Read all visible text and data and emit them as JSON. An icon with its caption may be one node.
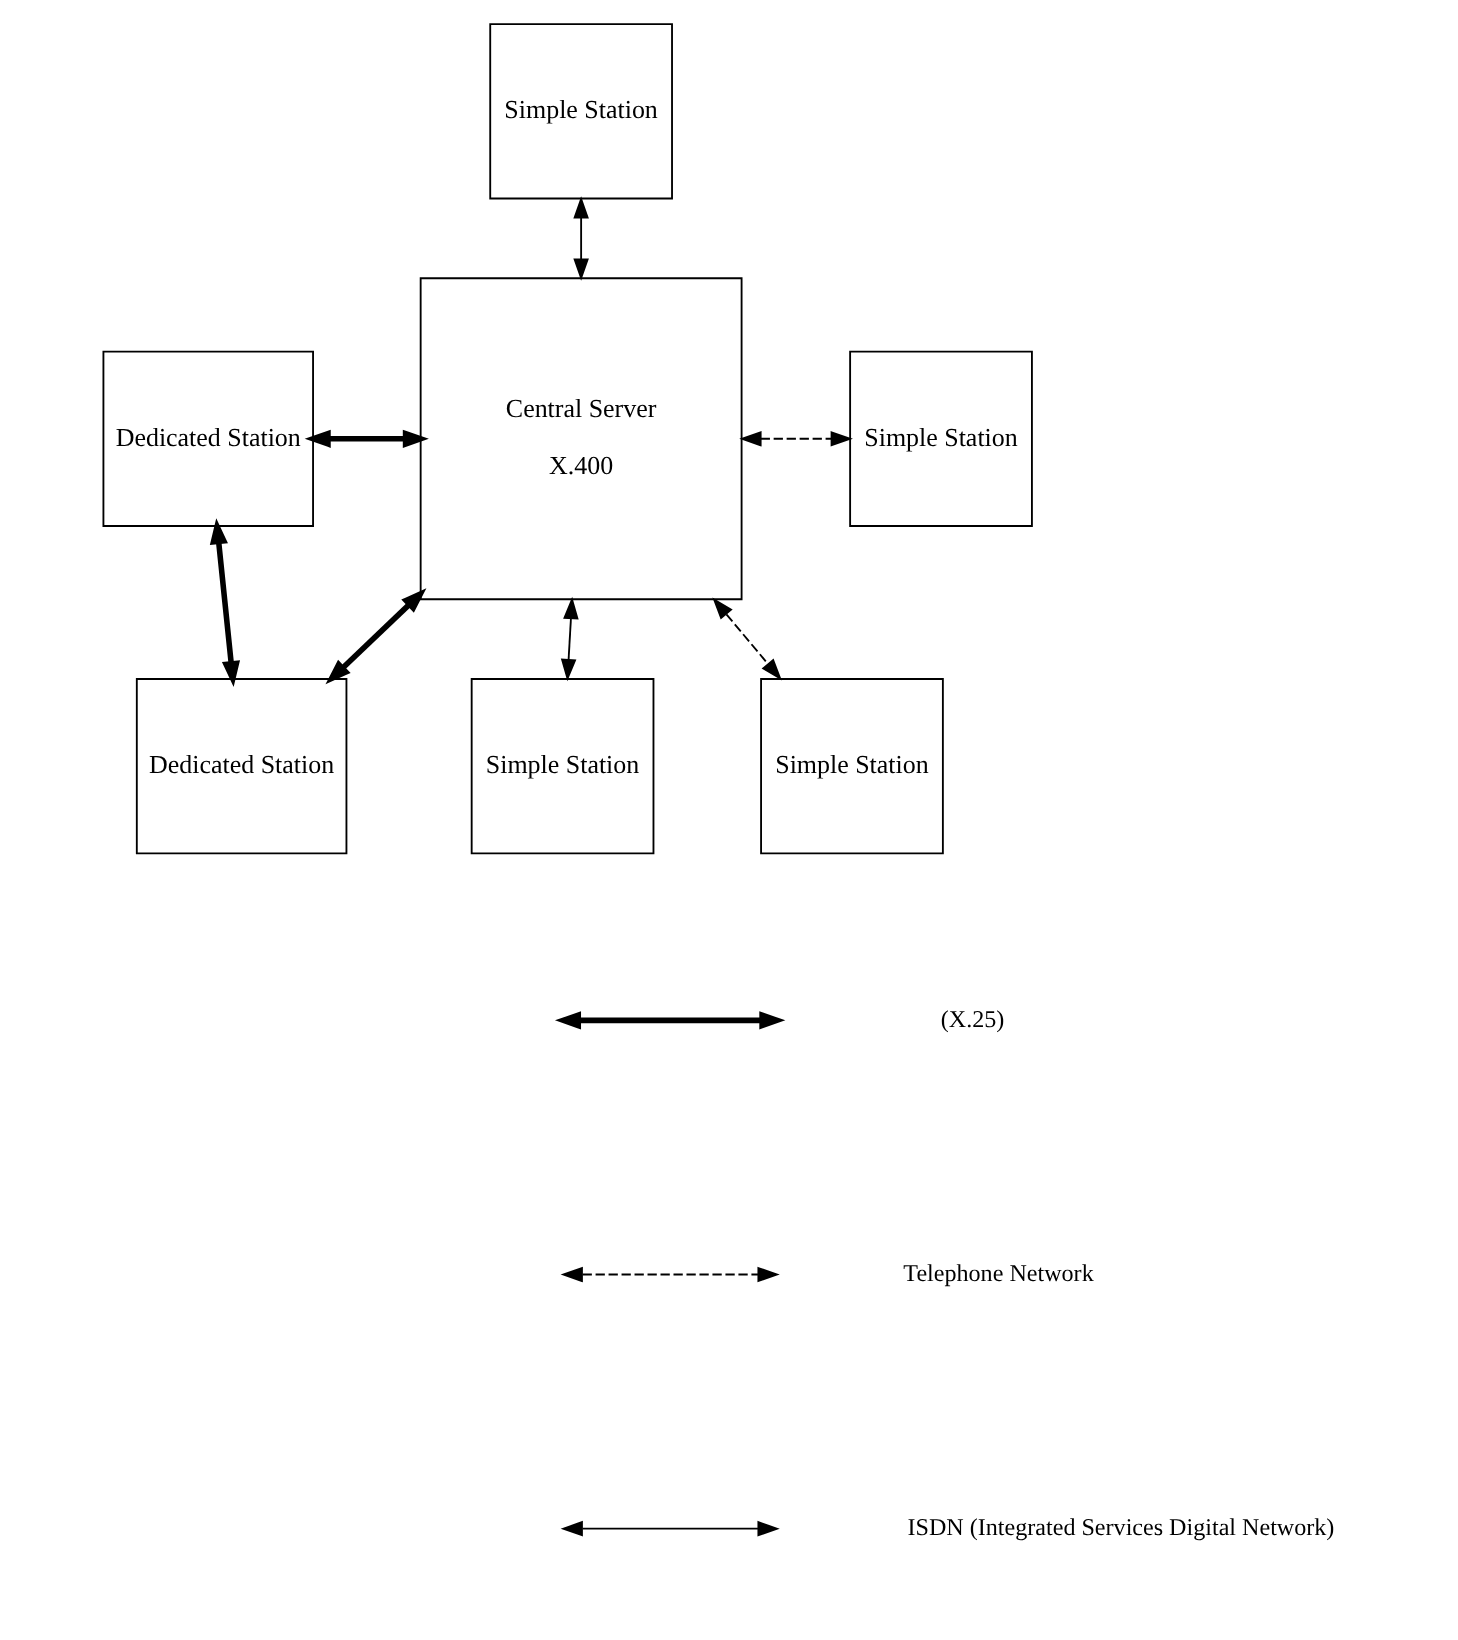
{
  "diagram": {
    "nodes": [
      {
        "text": [
          "Simple Station"
        ]
      },
      {
        "text": [
          "Dedicated Station"
        ]
      },
      {
        "text": [
          "Central Server",
          "X.400"
        ]
      },
      {
        "text": [
          "Simple Station"
        ]
      },
      {
        "text": [
          "Dedicated Station"
        ]
      },
      {
        "text": [
          "Simple Station"
        ]
      },
      {
        "text": [
          "Simple Station"
        ]
      }
    ],
    "edges": [
      {
        "from": 0,
        "to": 2,
        "arrow": "both"
      },
      {
        "from": 1,
        "to": 2,
        "arrow": "both",
        "style": "thick"
      },
      {
        "from": 1,
        "to": 4,
        "arrow": "both",
        "style": "thick"
      },
      {
        "from": 4,
        "to": 2,
        "arrow": "both",
        "style": "thick"
      },
      {
        "from": 2,
        "to": 3,
        "arrow": "both",
        "style": "dashed"
      },
      {
        "from": 2,
        "to": 5,
        "arrow": "both",
        "style": "dashed"
      },
      {
        "from": 2,
        "to": 6,
        "arrow": "both"
      }
    ],
    "legend": [
      {
        "text": "(X.25)"
      },
      {
        "text": "Telephone Network"
      },
      {
        "text": "ISDN (Integrated Services Digital Network)"
      }
    ]
  }
}
